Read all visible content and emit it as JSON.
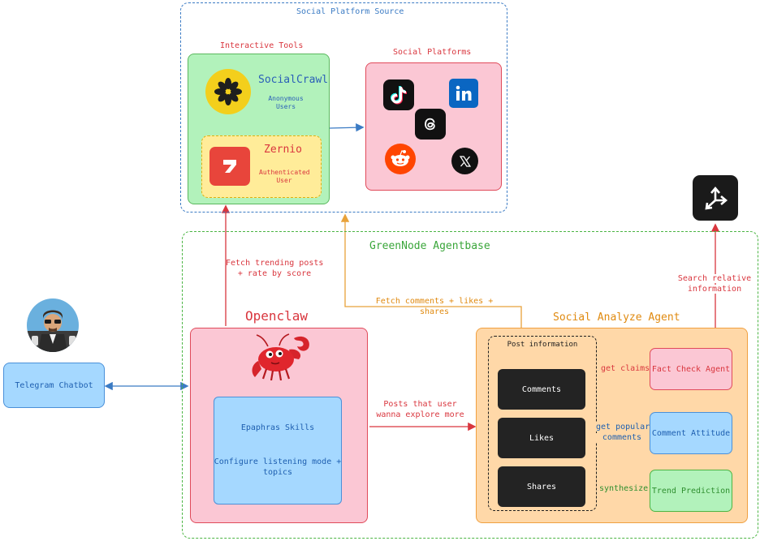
{
  "groups": {
    "source": "Social Platform Source",
    "interactive_tools": "Interactive Tools",
    "social_platforms": "Social Platforms",
    "agentbase": "GreenNode Agentbase",
    "openclaw": "Openclaw",
    "social_analyze": "Social Analyze Agent",
    "post_info": "Post information"
  },
  "tools": {
    "socialcrawl": {
      "name": "SocialCrawl",
      "sub1": "Anonymous",
      "sub2": "Users"
    },
    "zernio": {
      "name": "Zernio",
      "sub1": "Authenticated",
      "sub2": "User"
    }
  },
  "platform_icons": [
    "tiktok-icon",
    "linkedin-icon",
    "threads-icon",
    "reddit-icon",
    "x-icon"
  ],
  "nodes": {
    "telegram": "Telegram Chatbot",
    "skills_title": "Epaphras Skills",
    "skills_line1": "Configure listening mode +",
    "skills_line2": "topics",
    "comments": "Comments",
    "likes": "Likes",
    "shares": "Shares",
    "fact_check": "Fact Check Agent",
    "comment_attitude": "Comment Attitude",
    "trend_prediction": "Trend Prediction"
  },
  "edges": {
    "fetch_trending_1": "Fetch trending posts",
    "fetch_trending_2": "+ rate by score",
    "fetch_comments_1": "Fetch comments + likes +",
    "fetch_comments_2": "shares",
    "posts_explore_1": "Posts that user",
    "posts_explore_2": "wanna explore more",
    "search_relative_1": "Search relative",
    "search_relative_2": "information",
    "get_claims": "get claims",
    "get_popular_1": "get popular",
    "get_popular_2": "comments",
    "synthesize": "synthesize"
  },
  "colors": {
    "blue": "#3b7bc4",
    "green": "#4bb543",
    "red": "#d9363e",
    "orange": "#e8a23a",
    "pink_fill": "#fbc7d4",
    "green_fill": "#b2f2bb",
    "yellow_fill": "#ffec99",
    "blue_fill": "#a5d8ff",
    "orange_fill": "#ffd8a8"
  }
}
